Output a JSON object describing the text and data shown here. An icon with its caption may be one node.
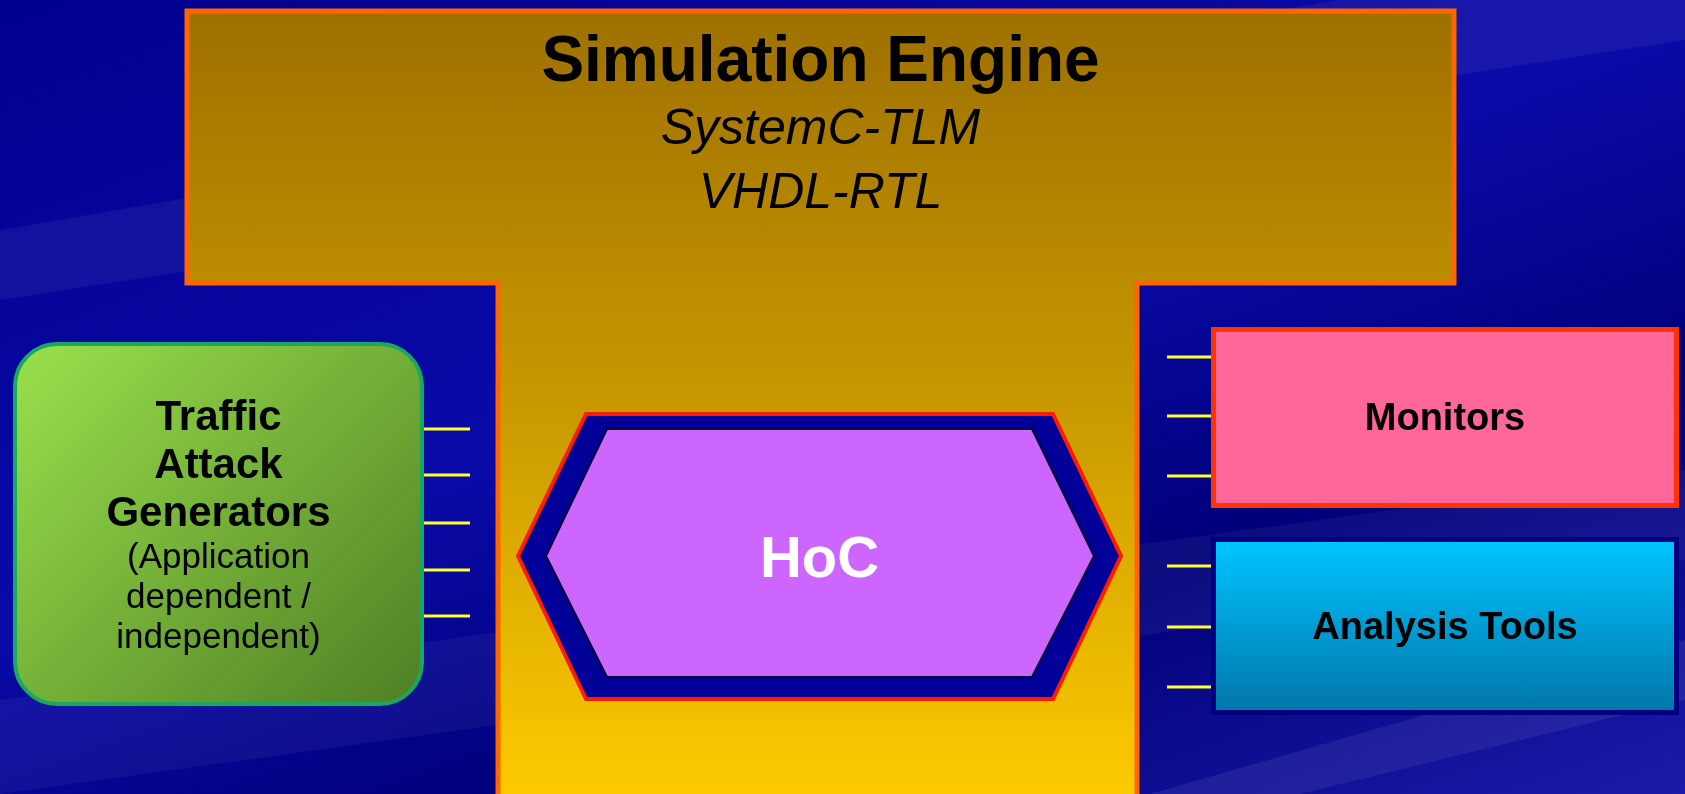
{
  "diagram": {
    "nodes": [
      {
        "text": [
          "Simulation Engine",
          "SystemC-TLM",
          "VHDL-RTL"
        ]
      },
      {
        "text": [
          "Traffic Attack Generators",
          "(Application dependent / independent)"
        ]
      },
      {
        "text": [
          "HoC"
        ],
        "in": 0
      },
      {
        "text": [
          "Monitors"
        ]
      },
      {
        "text": [
          "Analysis Tools"
        ]
      }
    ],
    "edges": [
      {
        "from": 1,
        "to": null,
        "arrow": "none",
        "color": "#ffff33"
      },
      {
        "from": 1,
        "to": null,
        "arrow": "none",
        "color": "#ffff33"
      },
      {
        "from": 1,
        "to": null,
        "arrow": "none",
        "color": "#ffff33"
      },
      {
        "from": 1,
        "to": null,
        "arrow": "none",
        "color": "#ffff33"
      },
      {
        "from": 1,
        "to": null,
        "arrow": "none",
        "color": "#ffff33"
      },
      {
        "from": 3,
        "to": null,
        "arrow": "none",
        "color": "#ffff33"
      },
      {
        "from": 3,
        "to": null,
        "arrow": "none",
        "color": "#ffff33"
      },
      {
        "from": 3,
        "to": null,
        "arrow": "none",
        "color": "#ffff33"
      },
      {
        "from": 4,
        "to": null,
        "arrow": "none",
        "color": "#ffff33"
      },
      {
        "from": 4,
        "to": null,
        "arrow": "none",
        "color": "#ffff33"
      },
      {
        "from": 4,
        "to": null,
        "arrow": "none",
        "color": "#ffff33"
      }
    ]
  }
}
